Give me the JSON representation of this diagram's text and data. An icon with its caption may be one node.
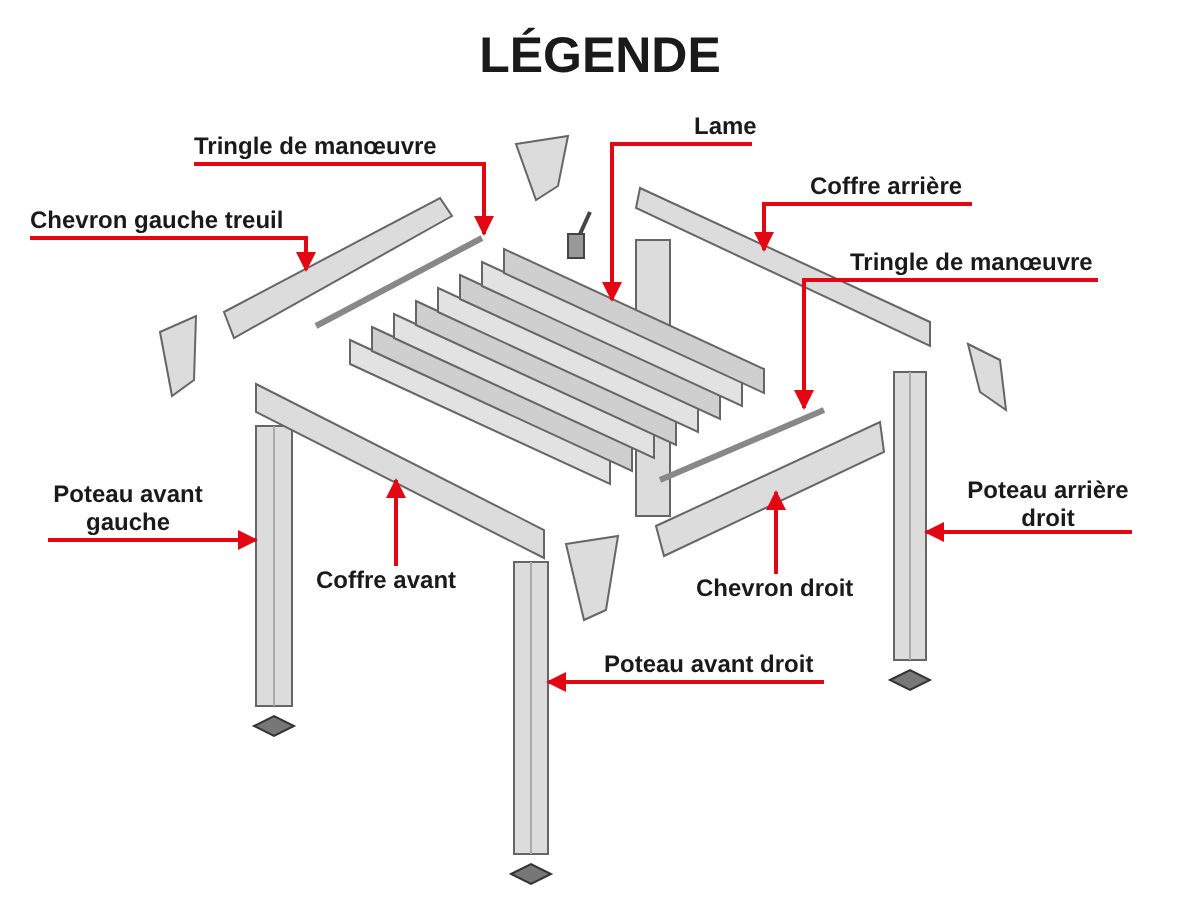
{
  "diagram": {
    "title": "LÉGENDE",
    "nodes": [
      {
        "text": [
          "Tringle de manœuvre"
        ]
      },
      {
        "text": [
          "Lame"
        ]
      },
      {
        "text": [
          "Chevron gauche treuil"
        ]
      },
      {
        "text": [
          "Coffre arrière"
        ]
      },
      {
        "text": [
          "Tringle de manœuvre"
        ]
      },
      {
        "text": [
          "Poteau avant gauche"
        ]
      },
      {
        "text": [
          "Poteau arrière droit"
        ]
      },
      {
        "text": [
          "Coffre avant"
        ]
      },
      {
        "text": [
          "Chevron droit"
        ]
      },
      {
        "text": [
          "Poteau avant droit"
        ]
      },
      {
        "text": [],
        "shape": "bar"
      },
      {
        "text": [],
        "shape": "bar"
      },
      {
        "text": [],
        "shape": "bar"
      },
      {
        "text": [],
        "shape": "bar"
      },
      {
        "text": [],
        "shape": "picture"
      },
      {
        "text": [],
        "shape": "bar"
      },
      {
        "text": [],
        "shape": "bar"
      },
      {
        "text": [],
        "shape": "bar"
      },
      {
        "text": [],
        "shape": "bar"
      },
      {
        "text": [],
        "shape": "bar"
      }
    ],
    "edges": [
      {
        "from": 0,
        "to": 13,
        "arrow": "to"
      },
      {
        "from": 1,
        "to": 14,
        "arrow": "to"
      },
      {
        "from": 2,
        "to": 10,
        "arrow": "to"
      },
      {
        "from": 3,
        "to": 16,
        "arrow": "to"
      },
      {
        "from": 4,
        "to": 18,
        "arrow": "to"
      },
      {
        "from": 5,
        "to": 11,
        "arrow": "to"
      },
      {
        "from": 6,
        "to": 19,
        "arrow": "to"
      },
      {
        "from": 7,
        "to": 12,
        "arrow": "to"
      },
      {
        "from": 8,
        "to": 17,
        "arrow": "to"
      },
      {
        "from": 9,
        "to": 15,
        "arrow": "to"
      }
    ]
  }
}
